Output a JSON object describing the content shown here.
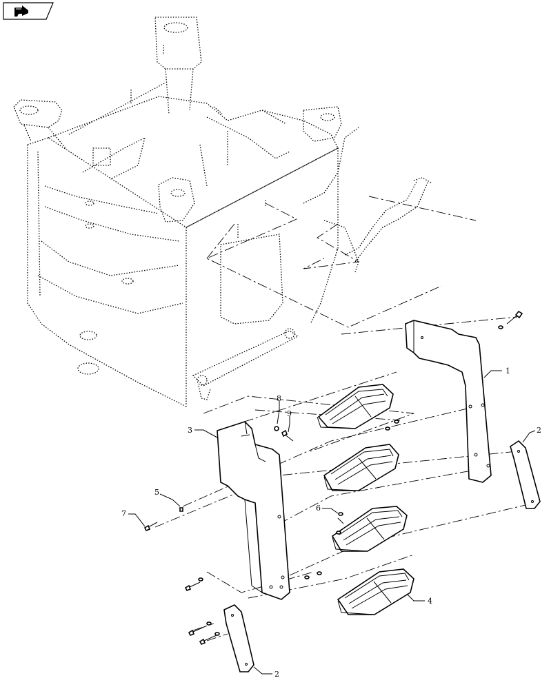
{
  "toolbar": {
    "back_icon": "return-arrow-icon"
  },
  "callouts": {
    "c1": "1",
    "c2a": "2",
    "c2b": "2",
    "c3": "3",
    "c4": "4",
    "c5": "5",
    "c6": "6",
    "c7": "7",
    "c8": "8",
    "c9": "9"
  }
}
